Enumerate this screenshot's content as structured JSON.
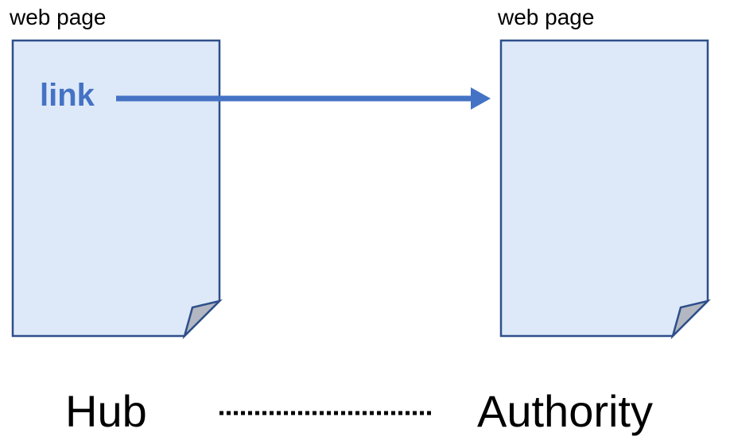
{
  "left_page": {
    "label": "web page",
    "link_text": "link"
  },
  "right_page": {
    "label": "web page"
  },
  "roles": {
    "left": "Hub",
    "right": "Authority"
  },
  "colors": {
    "page_fill": "#dde9f8",
    "page_stroke": "#2f4f8a",
    "fold_fill": "#b3b7c2",
    "arrow": "#4472c4",
    "link_text": "#4472c4",
    "dotted_line": "#000000"
  }
}
